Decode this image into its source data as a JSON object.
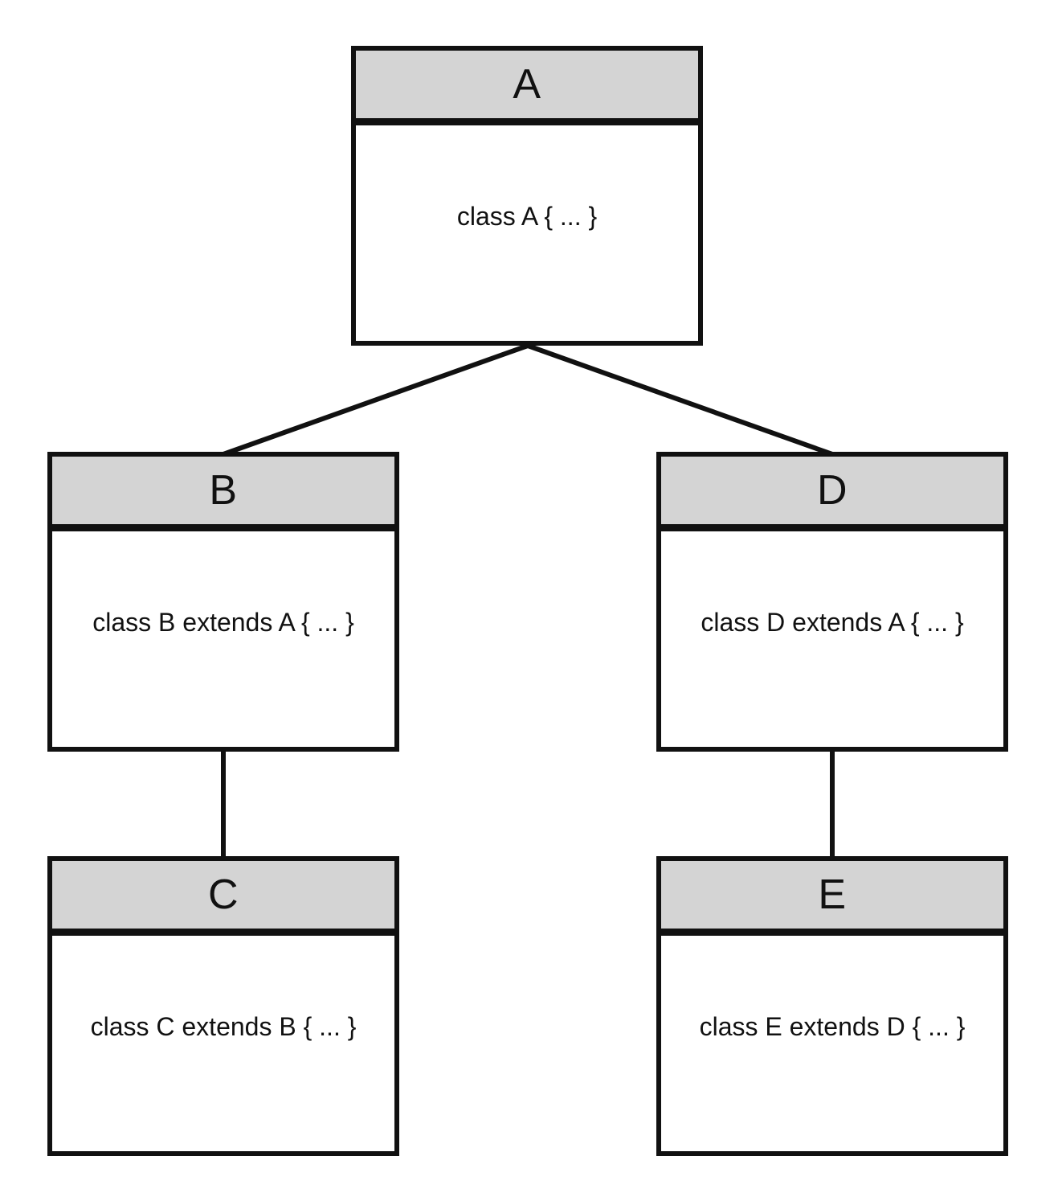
{
  "diagram": {
    "type": "class-inheritance-hierarchy",
    "colors": {
      "header_fill": "#d4d4d4",
      "body_fill": "#ffffff",
      "border": "#111111",
      "background": "#ffffff"
    },
    "nodes": {
      "a": {
        "title": "A",
        "body": "class A { ... }"
      },
      "b": {
        "title": "B",
        "body": "class B extends A { ... }"
      },
      "c": {
        "title": "C",
        "body": "class C extends B { ... }"
      },
      "d": {
        "title": "D",
        "body": "class D extends A { ... }"
      },
      "e": {
        "title": "E",
        "body": "class E extends D { ... }"
      }
    },
    "edges": [
      {
        "from": "A",
        "to": "B"
      },
      {
        "from": "A",
        "to": "D"
      },
      {
        "from": "B",
        "to": "C"
      },
      {
        "from": "D",
        "to": "E"
      }
    ]
  }
}
